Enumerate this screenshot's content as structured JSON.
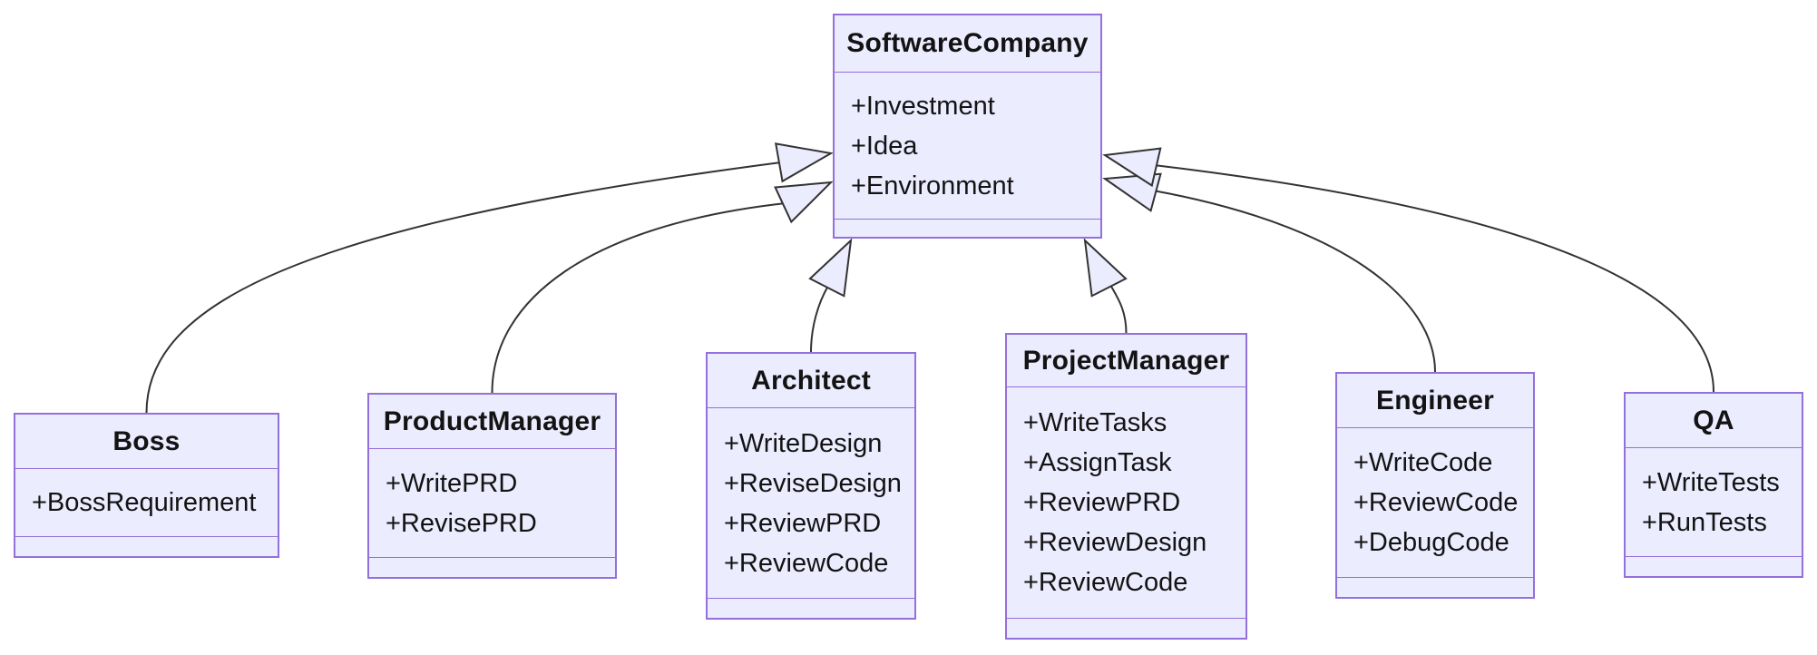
{
  "diagram": {
    "kind": "uml-class-diagram",
    "background": "#ffffff"
  },
  "colors": {
    "class_fill": "#ECECFF",
    "class_border": "#9370DB",
    "edge_line": "#333333",
    "text": "#131313"
  },
  "classes": [
    {
      "name": "SoftwareCompany",
      "members": [
        "+Investment",
        "+Idea",
        "+Environment"
      ]
    },
    {
      "name": "Boss",
      "members": [
        "+BossRequirement"
      ]
    },
    {
      "name": "ProductManager",
      "members": [
        "+WritePRD",
        "+RevisePRD"
      ]
    },
    {
      "name": "Architect",
      "members": [
        "+WriteDesign",
        "+ReviseDesign",
        "+ReviewPRD",
        "+ReviewCode"
      ]
    },
    {
      "name": "ProjectManager",
      "members": [
        "+WriteTasks",
        "+AssignTask",
        "+ReviewPRD",
        "+ReviewDesign",
        "+ReviewCode"
      ]
    },
    {
      "name": "Engineer",
      "members": [
        "+WriteCode",
        "+ReviewCode",
        "+DebugCode"
      ]
    },
    {
      "name": "QA",
      "members": [
        "+WriteTests",
        "+RunTests"
      ]
    }
  ],
  "relations": [
    {
      "child": "Boss",
      "parent": "SoftwareCompany",
      "type": "inheritance"
    },
    {
      "child": "ProductManager",
      "parent": "SoftwareCompany",
      "type": "inheritance"
    },
    {
      "child": "Architect",
      "parent": "SoftwareCompany",
      "type": "inheritance"
    },
    {
      "child": "ProjectManager",
      "parent": "SoftwareCompany",
      "type": "inheritance"
    },
    {
      "child": "Engineer",
      "parent": "SoftwareCompany",
      "type": "inheritance"
    },
    {
      "child": "QA",
      "parent": "SoftwareCompany",
      "type": "inheritance"
    }
  ]
}
